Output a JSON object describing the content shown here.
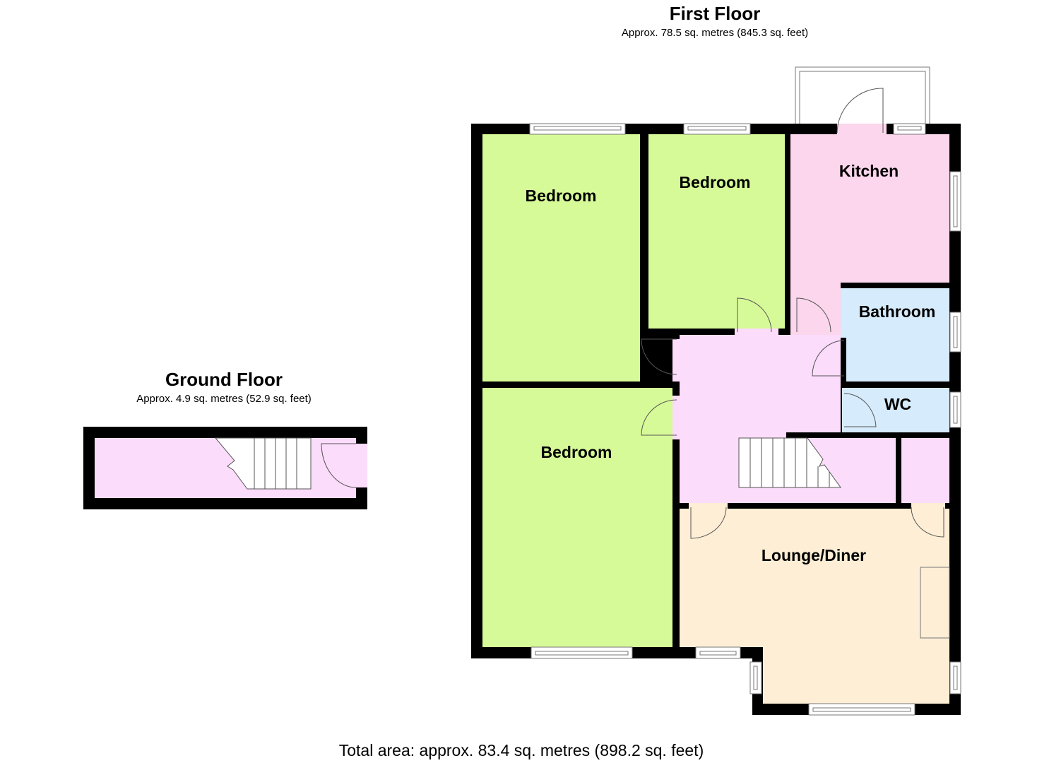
{
  "first_floor": {
    "title": "First Floor",
    "area": "Approx. 78.5 sq. metres (845.3 sq. feet)",
    "rooms": {
      "bedroom_1": "Bedroom",
      "bedroom_2": "Bedroom",
      "bedroom_3": "Bedroom",
      "kitchen": "Kitchen",
      "bathroom": "Bathroom",
      "wc": "WC",
      "lounge": "Lounge/Diner"
    }
  },
  "ground_floor": {
    "title": "Ground Floor",
    "area": "Approx. 4.9 sq. metres (52.9 sq. feet)"
  },
  "total_area": "Total area: approx. 83.4 sq. metres (898.2 sq. feet)",
  "colors": {
    "bedroom": "#d7fa98",
    "kitchen": "#fbd6ec",
    "hall": "#fcdcfb",
    "bathroom": "#d6ebfb",
    "lounge": "#fdeed5",
    "wall": "#000000"
  }
}
